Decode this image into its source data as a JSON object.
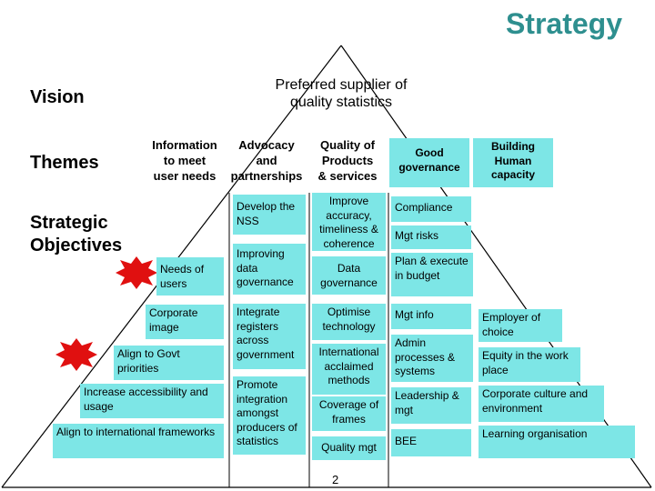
{
  "title": "Strategy",
  "rows": {
    "vision": "Vision",
    "themes": "Themes",
    "objectives_line1": "Strategic",
    "objectives_line2": "Objectives"
  },
  "vision_text_1": "Preferred supplier of",
  "vision_text_2": "quality statistics",
  "themes": {
    "t1": [
      "Information",
      "to meet",
      "user needs"
    ],
    "t2": [
      "Advocacy",
      "and",
      "partnerships"
    ],
    "t3": [
      "Quality of",
      "Products",
      "& services"
    ],
    "t4": [
      "Good",
      "governance"
    ],
    "t5": [
      "Building",
      "Human",
      "capacity"
    ]
  },
  "objectives": {
    "needs_of_users": "Needs of users",
    "corporate_image": "Corporate image",
    "align_govt": "Align to Govt priorities",
    "increase_access": "Increase accessibility and usage",
    "align_intl": "Align to international frameworks",
    "develop_nss": "Develop the NSS",
    "improving_data_gov": "Improving data governance",
    "integrate_registers": "Integrate registers across government",
    "promote_integration": "Promote integration amongst producers of statistics",
    "improve_accuracy": "Improve accuracy, timeliness & coherence",
    "data_governance": "Data governance",
    "optimise_tech": "Optimise technology",
    "intl_methods": "International acclaimed methods",
    "coverage_frames": "Coverage of frames",
    "quality_mgt": "Quality mgt",
    "compliance": "Compliance",
    "mgt_risks": "Mgt risks",
    "plan_budget": "Plan & execute in budget",
    "mgt_info": "Mgt info",
    "admin_processes": "Admin processes & systems",
    "leadership": "Leadership & mgt",
    "bee": "BEE",
    "employer_choice": "Employer of choice",
    "equity": "Equity in the work place",
    "corporate_culture": "Corporate culture and environment",
    "learning_org": "Learning organisation"
  },
  "page_number": "2",
  "colors": {
    "box": "#7de6e6",
    "title": "#2e8f8f",
    "star": "#e01010"
  }
}
